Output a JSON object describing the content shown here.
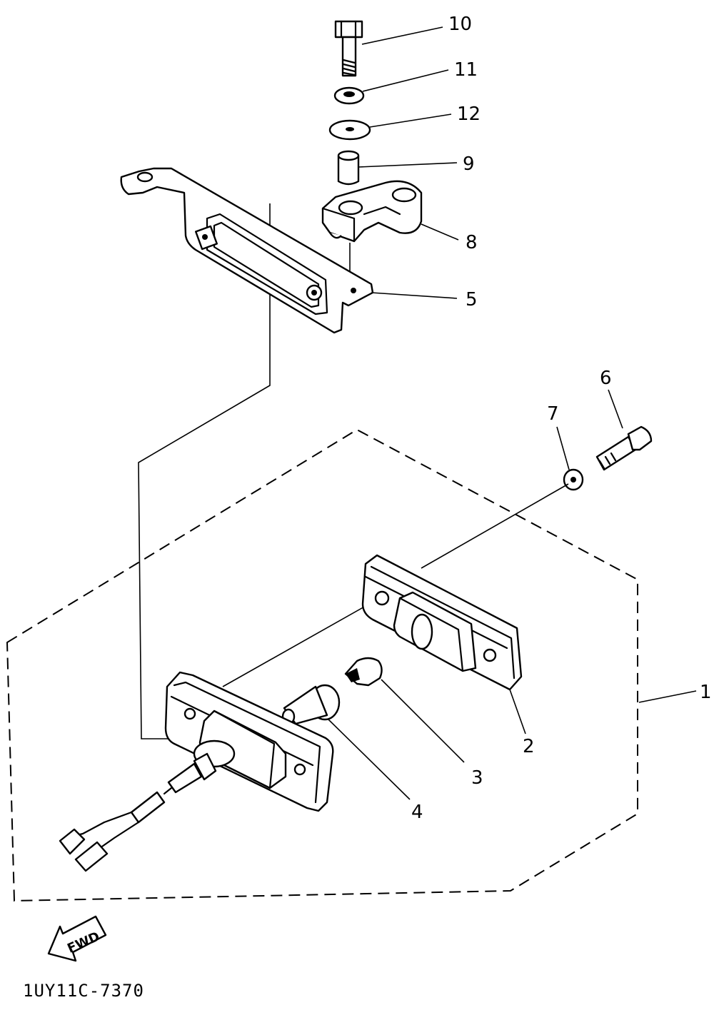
{
  "callouts": {
    "p1": "1",
    "p2": "2",
    "p3": "3",
    "p4": "4",
    "p5": "5",
    "p6": "6",
    "p7": "7",
    "p8": "8",
    "p9": "9",
    "p10": "10",
    "p11": "11",
    "p12": "12"
  },
  "direction_label": "FWD",
  "diagram_code": "1UY11C-7370"
}
